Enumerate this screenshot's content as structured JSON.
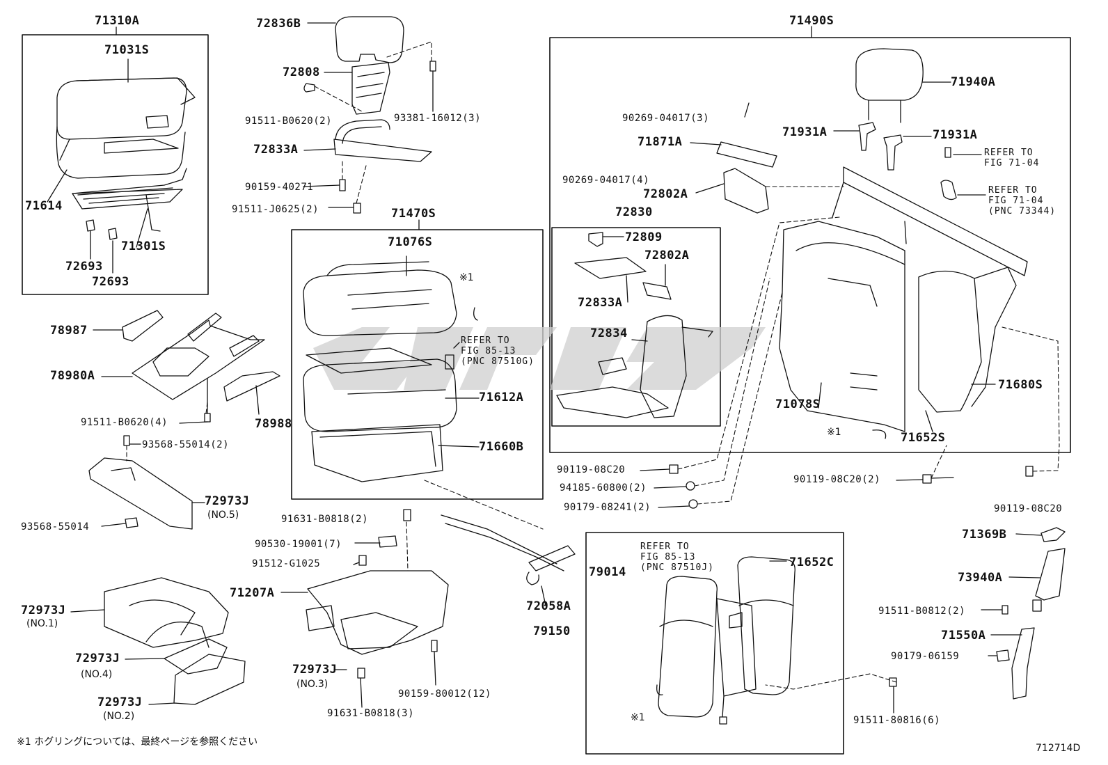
{
  "labels": {
    "l71310A": "71310A",
    "l71031S": "71031S",
    "l71614": "71614",
    "l71301S": "71301S",
    "l72693a": "72693",
    "l72693b": "72693",
    "l72836B": "72836B",
    "l72808": "72808",
    "l91511_B0620_2": "91511-B0620(2)",
    "l93381_16012_3": "93381-16012(3)",
    "l72833A_top": "72833A",
    "l90159_40271": "90159-40271",
    "l91511_J0625_2": "91511-J0625(2)",
    "l71470S": "71470S",
    "l71076S": "71076S",
    "l71612A": "71612A",
    "l71660B": "71660B",
    "l71490S": "71490S",
    "l71940A": "71940A",
    "l71931A_a": "71931A",
    "l71931A_b": "71931A",
    "l90269_04017_3": "90269-04017(3)",
    "l71871A": "71871A",
    "l90269_04017_4": "90269-04017(4)",
    "l72802A_top": "72802A",
    "l72830": "72830",
    "l72809": "72809",
    "l72802A_in": "72802A",
    "l72833A_in": "72833A",
    "l72834": "72834",
    "l71078S": "71078S",
    "l71652S": "71652S",
    "l71680S": "71680S",
    "l78987": "78987",
    "l78980A": "78980A",
    "l78988": "78988",
    "l91511_B0620_4": "91511-B0620(4)",
    "l93568_55014_2": "93568-55014(2)",
    "l72973J_no5": "72973J",
    "no5": "(NO.5)",
    "l93568_55014": "93568-55014",
    "l90119_08C20_a": "90119-08C20",
    "l94185_60800_2": "94185-60800(2)",
    "l90179_08241_2": "90179-08241(2)",
    "l90119_08C20_2": "90119-08C20(2)",
    "l90119_08C20_b": "90119-08C20",
    "l91631_B0818_2": "91631-B0818(2)",
    "l90530_19001_7": "90530-19001(7)",
    "l91512_G1025": "91512-G1025",
    "l71207A": "71207A",
    "l72973J_no1": "72973J",
    "no1": "(NO.1)",
    "l72973J_no4": "72973J",
    "no4": "(NO.4)",
    "l72973J_no2": "72973J",
    "no2": "(NO.2)",
    "l72973J_no3": "72973J",
    "no3": "(NO.3)",
    "l91631_B0818_3": "91631-B0818(3)",
    "l90159_80012_12": "90159-80012(12)",
    "l72058A": "72058A",
    "l79150": "79150",
    "l79014": "79014",
    "l71652C": "71652C",
    "l71369B": "71369B",
    "l73940A": "73940A",
    "l91511_B0812_2": "91511-B0812(2)",
    "l71550A": "71550A",
    "l90179_06159": "90179-06159",
    "l91511_80816_6": "91511-80816(6)",
    "x1_a": "※1",
    "x1_b": "※1",
    "x1_c": "※1"
  },
  "refs": {
    "r1": "REFER TO\nFIG 85-13\n(PNC 87510G)",
    "r2": "REFER TO\nFIG 85-13\n(PNC 87510J)",
    "r3": "REFER TO\nFIG 71-04",
    "r4": "REFER TO\nFIG 71-04\n(PNC 73344)"
  },
  "footer": {
    "note": "※1  ホグリングについては、最終ページを参照ください",
    "code": "712714D"
  },
  "colors": {
    "line": "#111111",
    "watermark": "#bdbdbd",
    "background": "#ffffff"
  }
}
